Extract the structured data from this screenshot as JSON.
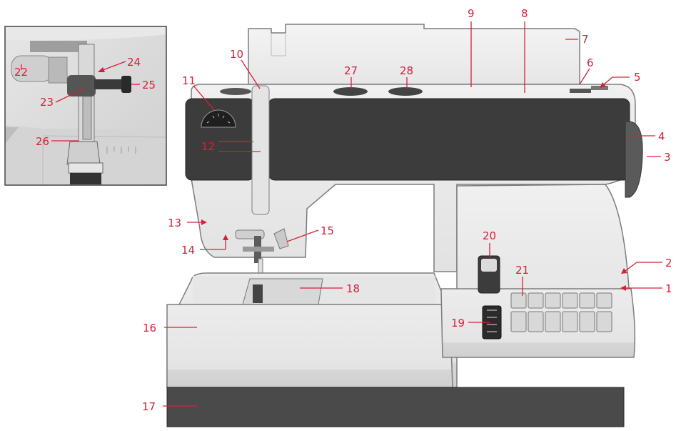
{
  "diagram": {
    "accent_color": "#d6203a",
    "callouts": [
      "1",
      "2",
      "3",
      "4",
      "5",
      "6",
      "7",
      "8",
      "9",
      "10",
      "11",
      "12",
      "13",
      "14",
      "15",
      "16",
      "17",
      "18",
      "19",
      "20",
      "21",
      "22",
      "23",
      "24",
      "25",
      "26",
      "27",
      "28"
    ]
  }
}
